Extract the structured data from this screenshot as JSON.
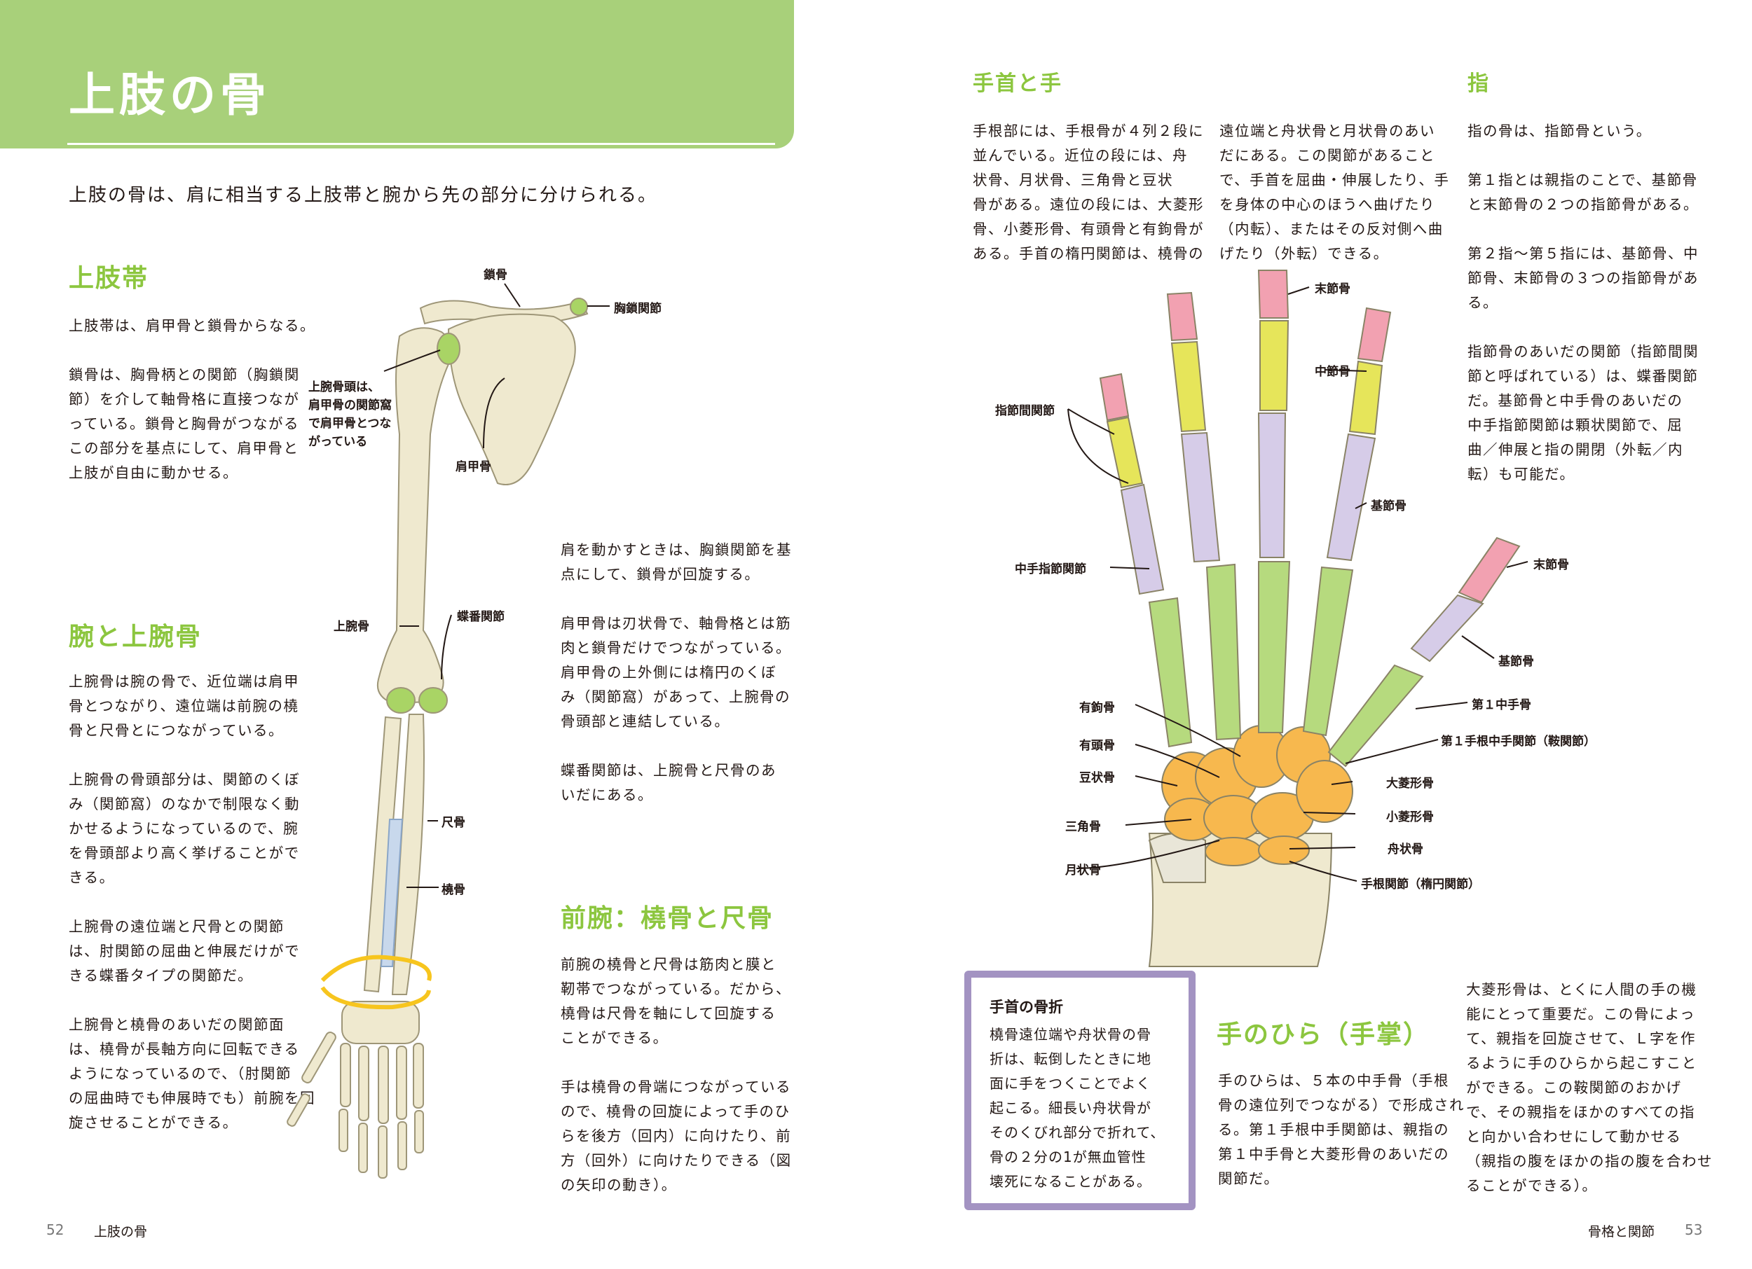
{
  "title": "上肢の骨",
  "intro": "上肢の骨は、肩に相当する上肢帯と腕から先の部分に分けられる。",
  "sections": {
    "jyoushitai": {
      "heading": "上肢帯",
      "p1": "上肢帯は、肩甲骨と鎖骨からなる。",
      "p2": [
        "鎖骨は、胸骨柄との関節（胸鎖関",
        "節）を介して軸骨格に直接つなが",
        "っている。鎖骨と胸骨がつながる",
        "この部分を基点にして、肩甲骨と",
        "上肢が自由に動かせる。"
      ]
    },
    "ude": {
      "heading": "腕と上腕骨",
      "p1": [
        "上腕骨は腕の骨で、近位端は肩甲",
        "骨とつながり、遠位端は前腕の橈",
        "骨と尺骨とにつながっている。"
      ],
      "p2": [
        "上腕骨の骨頭部分は、関節のくぼ",
        "み（関節窩）のなかで制限なく動",
        "かせるようになっているので、腕",
        "を骨頭部より高く挙げることがで",
        "きる。"
      ],
      "p3": [
        "上腕骨の遠位端と尺骨との関節",
        "は、肘関節の屈曲と伸展だけがで",
        "きる蝶番タイプの関節だ。"
      ],
      "p4": [
        "上腕骨と橈骨のあいだの関節面",
        "は、橈骨が長軸方向に回転できる",
        "ようになっているので、（肘関節",
        "の屈曲時でも伸展時でも）前腕を回",
        "旋させることができる。"
      ]
    },
    "kata": {
      "p1": [
        "肩を動かすときは、胸鎖関節を基",
        "点にして、鎖骨が回旋する。"
      ],
      "p2": [
        "肩甲骨は刃状骨で、軸骨格とは筋",
        "肉と鎖骨だけでつながっている。",
        "肩甲骨の上外側には楕円のくぼ",
        "み（関節窩）があって、上腕骨の",
        "骨頭部と連結している。"
      ],
      "p3": [
        "蝶番関節は、上腕骨と尺骨のあ",
        "いだにある。"
      ]
    },
    "zenwan": {
      "heading": "前腕：橈骨と尺骨",
      "p1": [
        "前腕の橈骨と尺骨は筋肉と膜と",
        "靭帯でつながっている。だから、",
        "橈骨は尺骨を軸にして回旋する",
        "ことができる。"
      ],
      "p2": [
        "手は橈骨の骨端につながっている",
        "ので、橈骨の回旋によって手のひ",
        "らを後方（回内）に向けたり、前",
        "方（回外）に向けたりできる（図",
        "の矢印の動き）。"
      ]
    },
    "tekubi": {
      "heading": "手首と手",
      "col1": [
        "手根部には、手根骨が４列２段に",
        "並んでいる。近位の段には、舟",
        "状骨、月状骨、三角骨と豆状",
        "骨がある。遠位の段には、大菱形",
        "骨、小菱形骨、有頭骨と有鉤骨が",
        "ある。手首の楕円関節は、橈骨の"
      ],
      "col2": [
        "遠位端と舟状骨と月状骨のあい",
        "だにある。この関節があること",
        "で、手首を屈曲・伸展したり、手",
        "を身体の中心のほうへ曲げたり",
        "（内転）、またはその反対側へ曲",
        "げたり（外転）できる。"
      ]
    },
    "yubi": {
      "heading": "指",
      "p1": "指の骨は、指節骨という。",
      "p2": [
        "第１指とは親指のことで、基節骨",
        "と末節骨の２つの指節骨がある。"
      ],
      "p3": [
        "第２指〜第５指には、基節骨、中",
        "節骨、末節骨の３つの指節骨があ",
        "る。"
      ],
      "p4": [
        "指節骨のあいだの関節（指節間関",
        "節と呼ばれている）は、蝶番関節",
        "だ。基節骨と中手骨のあいだの",
        "中手指節関節は顆状関節で、屈",
        "曲／伸展と指の開閉（外転／内",
        "転）も可能だ。"
      ]
    },
    "tenohira": {
      "heading": "手のひら（手掌）",
      "p1": [
        "手のひらは、５本の中手骨（手根",
        "骨の遠位列でつながる）で形成され",
        "る。第１手根中手関節は、親指の",
        "第１中手骨と大菱形骨のあいだの",
        "関節だ。"
      ]
    },
    "daiKeikei": {
      "p1": [
        "大菱形骨は、とくに人間の手の機",
        "能にとって重要だ。この骨によっ",
        "て、親指を回旋させて、Ｌ字を作",
        "るように手のひらから起こすこと",
        "ができる。この鞍関節のおかげ",
        "で、その親指をほかのすべての指",
        "と向かい合わせにして動かせる",
        "（親指の腹をほかの指の腹を合わせ",
        "ることができる）。"
      ]
    }
  },
  "box": {
    "title": "手首の骨折",
    "lines": [
      "橈骨遠位端や舟状骨の骨",
      "折は、転倒したときに地",
      "面に手をつくことでよく",
      "起こる。細長い舟状骨が",
      "そのくびれ部分で折れて、",
      "骨の２分の1が無血管性",
      "壊死になることがある。"
    ]
  },
  "arm_labels": {
    "sakotsu": "鎖骨",
    "kyosa": "胸鎖関節",
    "joubankotsu_l1": "上腕骨頭は、",
    "joubankotsu_l2": "肩甲骨の関節窩",
    "joubankotsu_l3": "で肩甲骨とつな",
    "joubankotsu_l4": "がっている",
    "kenkou": "肩甲骨",
    "jouwan": "上腕骨",
    "chouban": "蝶番関節",
    "shaku": "尺骨",
    "tou": "橈骨"
  },
  "hand_labels": {
    "shisetsukan": "指節間関節",
    "massetsu_top": "末節骨",
    "chuusetsu": "中節骨",
    "kisetsu": "基節骨",
    "chuushushisetsu": "中手指節関節",
    "massetsu_thumb": "末節骨",
    "kisetsu_thumb": "基節骨",
    "dai1chuushu": "第１中手骨",
    "dai1shukon": "第１手根中手関節（鞍関節）",
    "yuukou": "有鉤骨",
    "yuutou": "有頭骨",
    "toujou": "豆状骨",
    "sankaku": "三角骨",
    "getsujou": "月状骨",
    "dairyoukei": "大菱形骨",
    "shouryoukei": "小菱形骨",
    "shuujou": "舟状骨",
    "shukon": "手根関節（楕円関節）"
  },
  "footer": {
    "left_num": "52",
    "left_text": "上肢の骨",
    "right_text": "骨格と関節",
    "right_num": "53"
  },
  "colors": {
    "header": "#a8d07a",
    "heading_green": "#8cc63f",
    "bone": "#efe9cf",
    "joint_green": "#a9d465",
    "metacarpal_green": "#b6da7e",
    "proximal_purple": "#d6cce8",
    "middle_yellow": "#e6e55a",
    "distal_pink": "#f2a1b1",
    "carpal_orange": "#f7b84e",
    "box_border": "#a393c2",
    "arrow_yellow": "#f7c51e"
  }
}
